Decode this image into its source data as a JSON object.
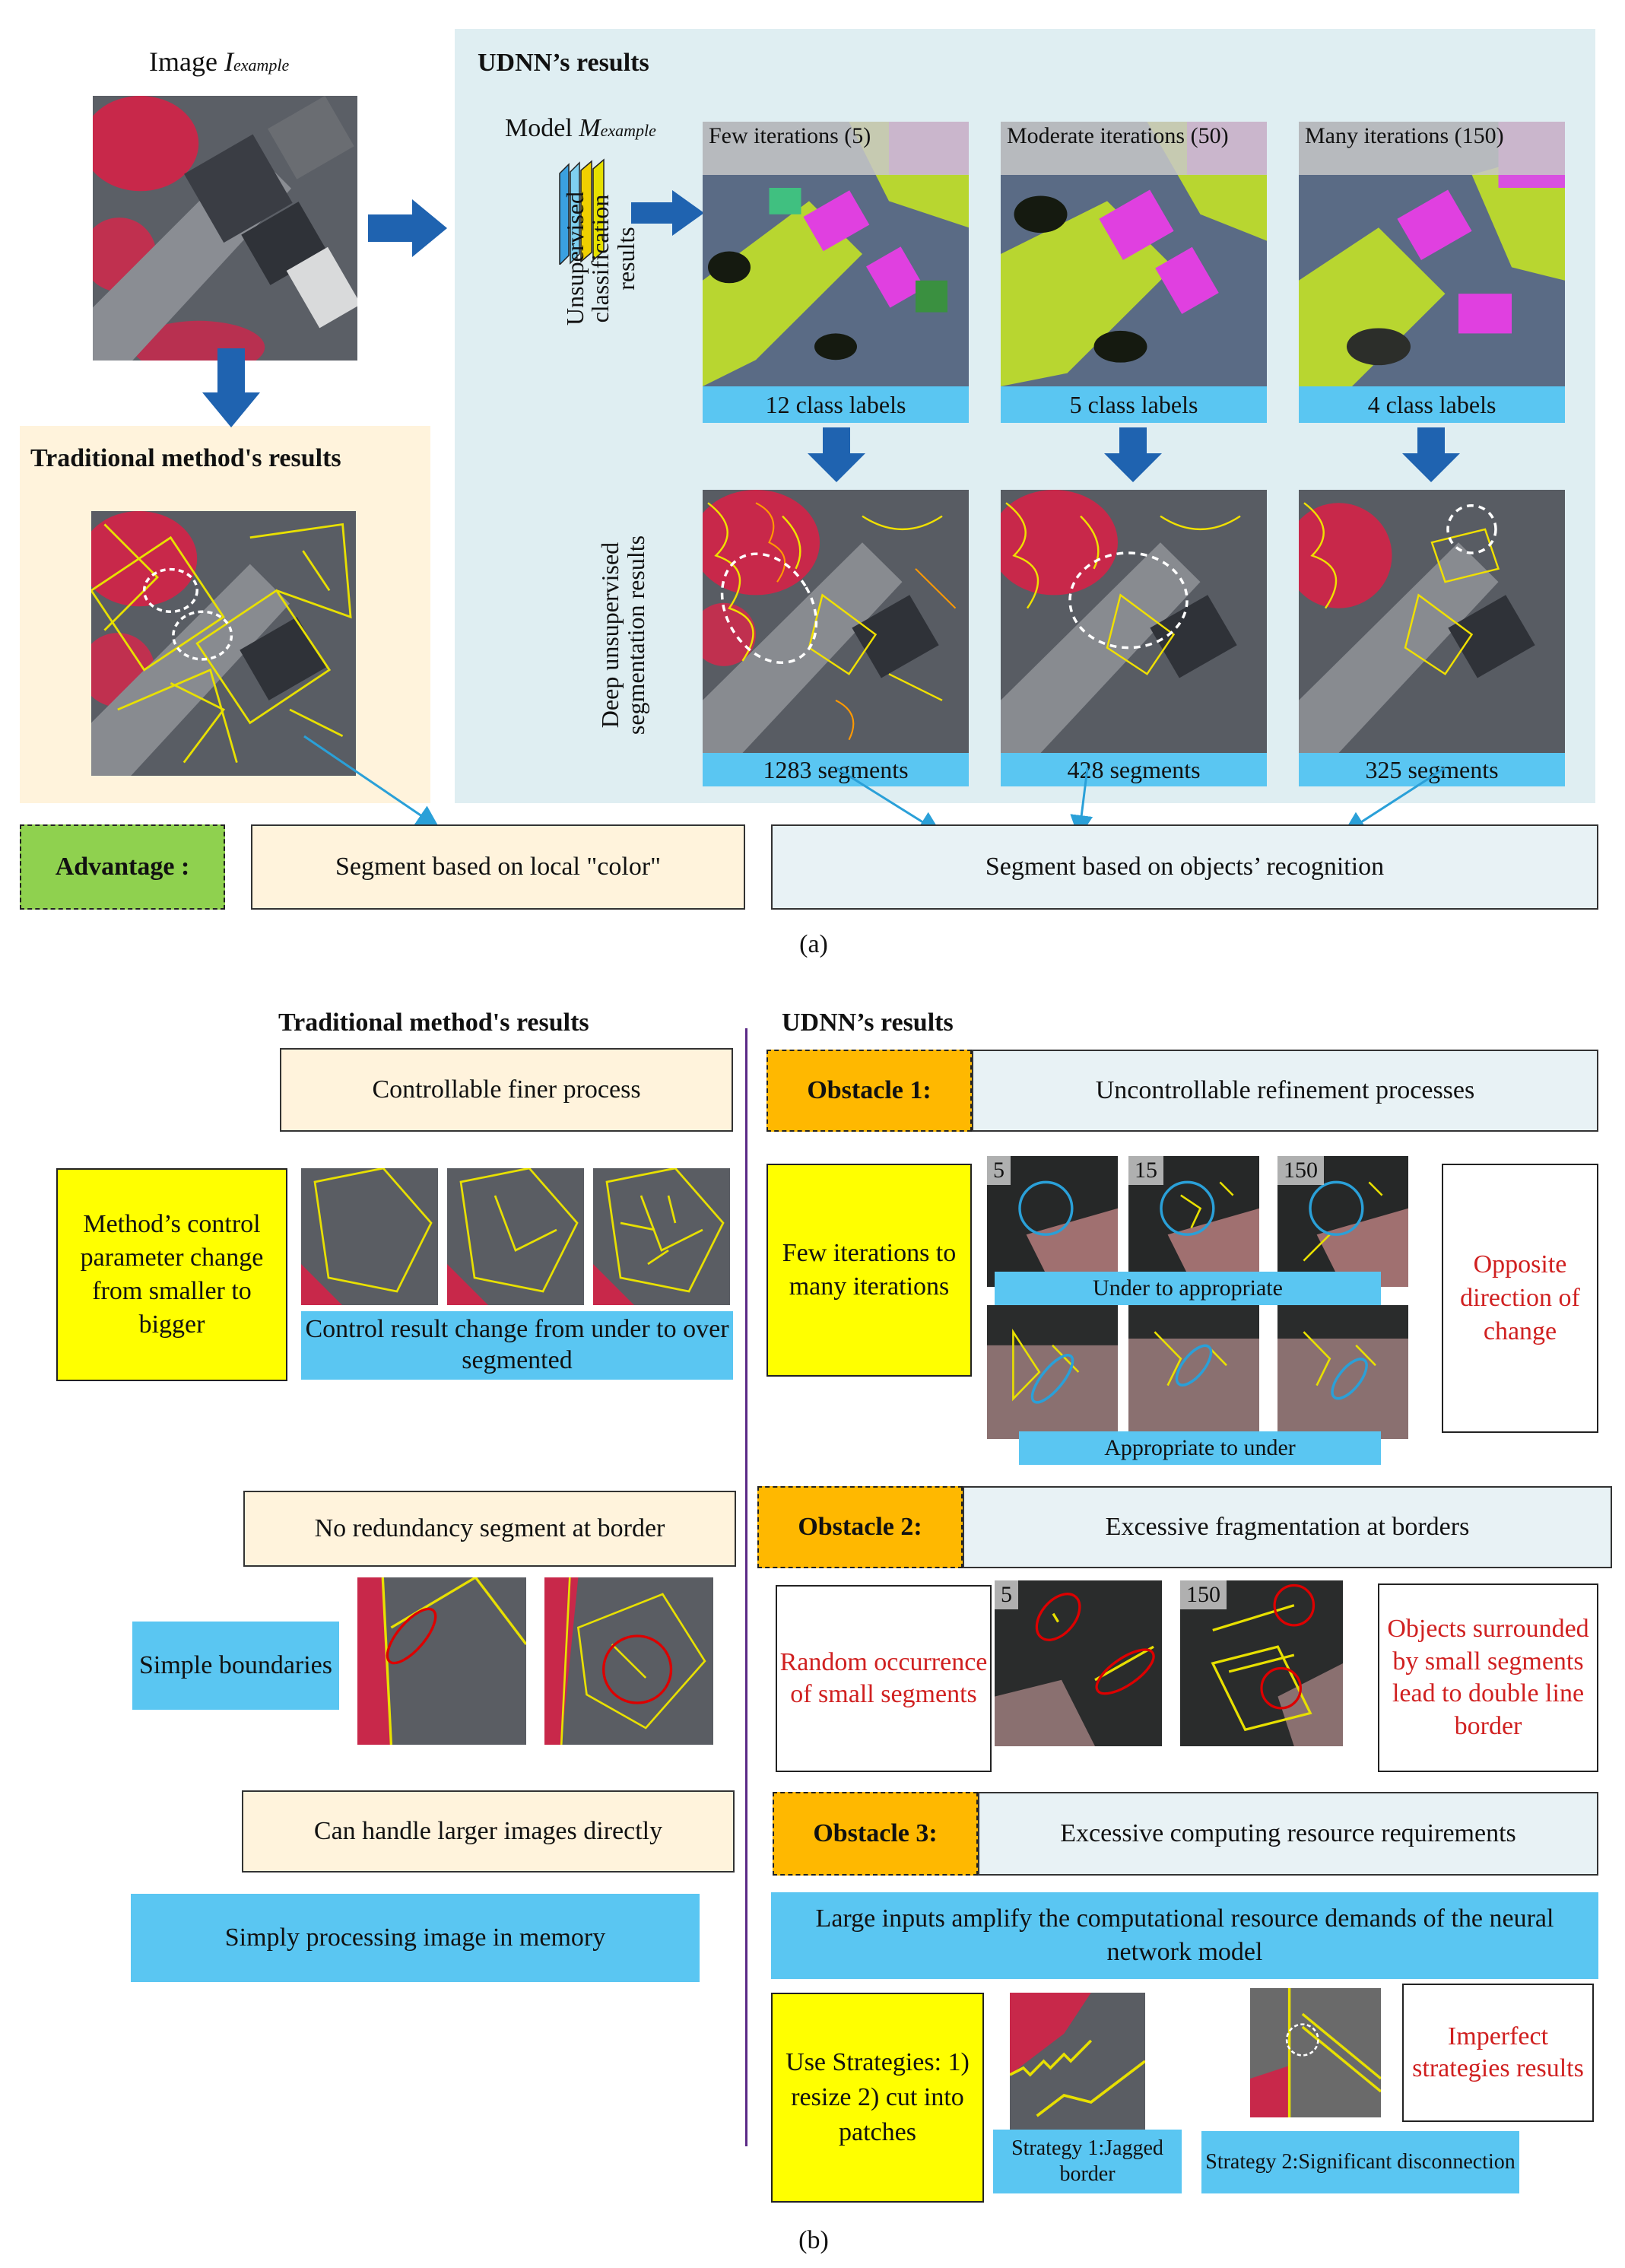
{
  "part_a": {
    "image_label": "Image",
    "image_sub": "example",
    "image_sym": "I",
    "udnn_title": "UDNN’s results",
    "model_label": "Model",
    "model_sym": "M",
    "model_sub": "example",
    "trad_title": "Traditional method's results",
    "row1_label": "Unsupervised classification results",
    "row2_label": "Deep unsupervised segmentation results",
    "col_headers": [
      "Few iterations (5)",
      "Moderate iterations (50)",
      "Many iterations (150)"
    ],
    "class_labels": [
      "12 class labels",
      "5 class labels",
      "4 class labels"
    ],
    "segments": [
      "1283 segments",
      "428 segments",
      "325 segments"
    ],
    "advantage_label": "Advantage :",
    "adv_trad": "Segment based on local \"color\"",
    "adv_udnn": "Segment based on objects’ recognition",
    "caption": "(a)"
  },
  "part_b": {
    "trad_title": "Traditional method's results",
    "udnn_title": "UDNN’s results",
    "t_box1": "Controllable finer process",
    "t_yellow1": "Method’s control parameter change from smaller to bigger",
    "t_sky1": "Control result change from under to over segmented",
    "t_box2": "No redundancy segment at border",
    "t_sky2": "Simple boundaries",
    "t_box3": "Can handle larger images directly",
    "t_sky3": "Simply processing image in memory",
    "obs1_label": "Obstacle 1",
    "obs1_text": "Uncontrollable refinement processes",
    "obs1_yellow": "Few iterations to many iterations",
    "obs1_iters": [
      "5",
      "15",
      "150"
    ],
    "obs1_bar1": "Under to appropriate",
    "obs1_bar2": "Appropriate to under",
    "obs1_red": "Opposite direction of change",
    "obs2_label": "Obstacle 2",
    "obs2_text": "Excessive fragmentation at borders",
    "obs2_left_red": "Random occurrence of small segments",
    "obs2_iters": [
      "5",
      "150"
    ],
    "obs2_right_red": "Objects surrounded by small segments lead to double line border",
    "obs3_label": "Obstacle 3",
    "obs3_text": "Excessive computing resource requirements",
    "obs3_sky": "Large inputs amplify the computational resource demands of the neural network model",
    "obs3_yellow": "Use Strategies: 1) resize 2) cut into patches",
    "obs3_strat1": "Strategy 1:Jagged border",
    "obs3_strat2": "Strategy 2:Significant disconnection",
    "obs3_red": "Imperfect strategies results",
    "caption": "(b)"
  },
  "colors": {
    "arrow_blue": "#1f63b0",
    "sky": "#5ac6f2",
    "yellow": "#ffff00",
    "orange": "#ffb800",
    "green": "#8fd14f",
    "divider": "#5b2a86",
    "red_text": "#d02020"
  }
}
